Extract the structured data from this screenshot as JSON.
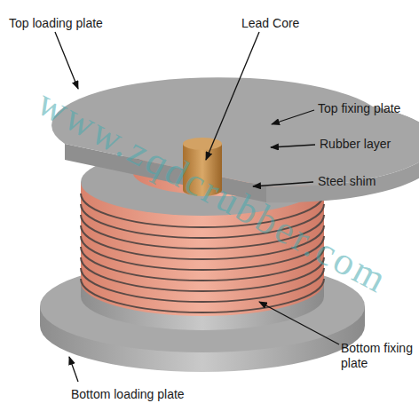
{
  "diagram": {
    "labels": [
      "Top loading plate",
      "Lead Core",
      "Top fixing plate",
      "Rubber layer",
      "Steel shim",
      "Bottom fixing plate",
      "Bottom loading plate",
      "www.zqdcrubber.com"
    ]
  }
}
